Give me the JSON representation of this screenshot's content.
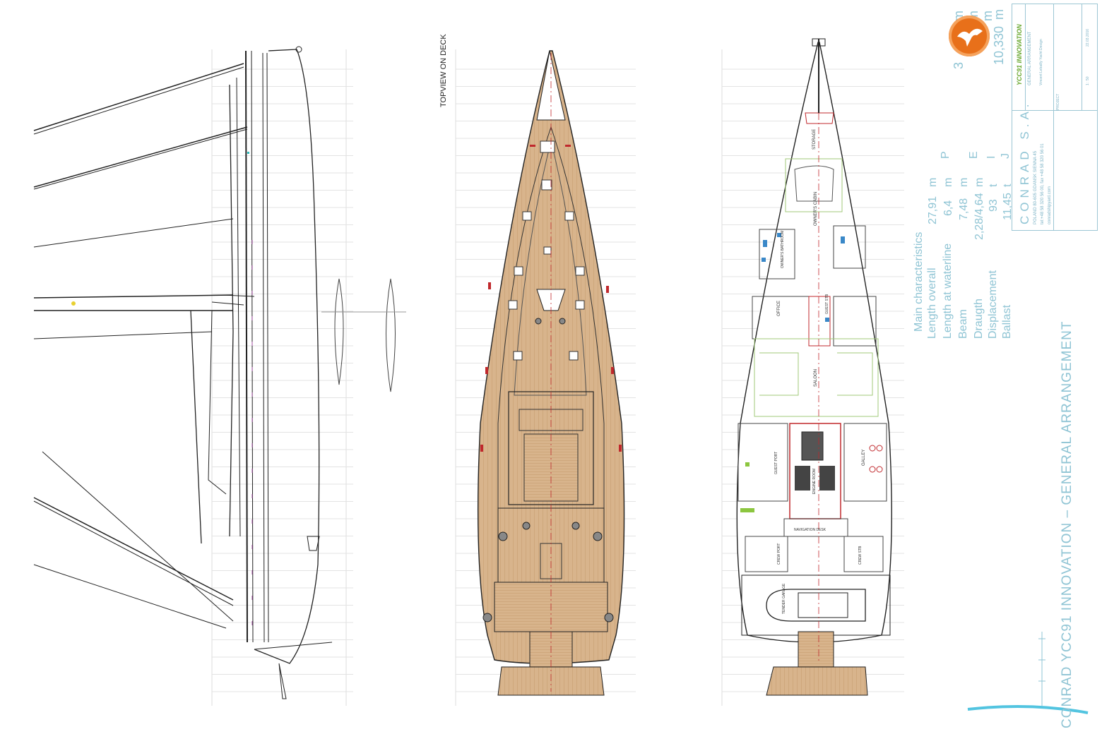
{
  "drawing": {
    "title": "CONRAD YCC91 INNOVATION – GENERAL ARRANGEMENT",
    "topview_label": "TOPVIEW ON DECK"
  },
  "specs": {
    "heading": "Main characteristics",
    "rows": [
      {
        "label": "Length overall",
        "value": "27,91",
        "unit": "m"
      },
      {
        "label": "Length at waterline",
        "value": "6,4",
        "unit": "m"
      },
      {
        "label": "Beam",
        "value": "7,48",
        "unit": "m"
      },
      {
        "label": "Draugth",
        "value": "2,28/4,64",
        "unit": "m"
      },
      {
        "label": "Displacement",
        "value": "93",
        "unit": "t"
      },
      {
        "label": "Ballast",
        "value": "11,45",
        "unit": "t"
      }
    ],
    "rig": [
      {
        "label": "P",
        "value": "3",
        "unit": "m"
      },
      {
        "label": "E",
        "value": "",
        "unit": "m"
      },
      {
        "label": "I",
        "value": "",
        "unit": "m"
      },
      {
        "label": "J",
        "value": "10,330",
        "unit": "m"
      }
    ]
  },
  "title_block": {
    "company": "CONRAD S.A.",
    "address": "POLAND  80-605 GDANSK  SIENNA 45",
    "phone": "tel:+48 58 320 56 00, fax +48 58 320 56 01",
    "web": "conradshipyard.com",
    "project_label": "PROJECT",
    "project": "YCC91 INNOVATION",
    "drawing_label": "GENERAL ARRANGEMENT",
    "designer": "Vincent Lebailly Yacht Design",
    "date": "22.03.2016",
    "scale": "1 : 50"
  },
  "rooms": {
    "owners_cabin": "OWNER'S CABIN",
    "owners_bathroom": "OWNER'S BATHROOM",
    "storage": "STORAGE",
    "office": "OFFICE",
    "guest_stb": "GUEST STB",
    "saloon": "SALOON",
    "galley": "GALLEY",
    "engine_room": "ENGINE ROOM",
    "guest_port": "GUEST PORT",
    "navigation_desk": "NAVIGATION DESK",
    "crew_port": "CREW PORT",
    "crew_stb": "CREW STB",
    "tender": "TENDER GARAGE"
  },
  "colors": {
    "teak": "#d8b48c",
    "teak_line": "#c49a6c",
    "line": "#222222",
    "grid": "#d9d9d9",
    "accent_red": "#c0282c",
    "accent_green": "#8cc63f",
    "accent_blue": "#3a88c8",
    "spec_blue": "#8fc4d4",
    "logo_orange": "#e8701a"
  }
}
